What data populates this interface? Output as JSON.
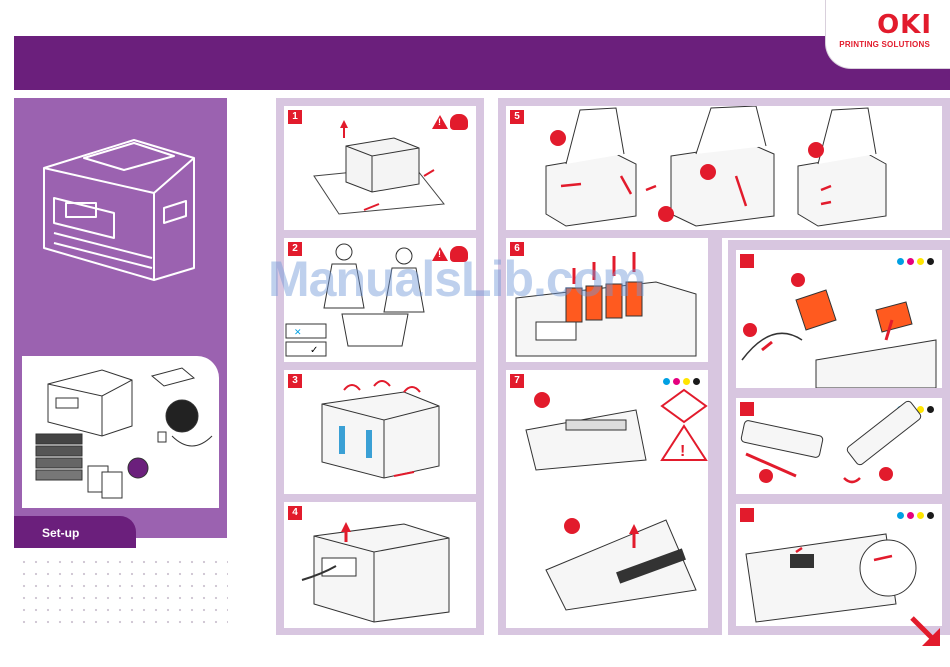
{
  "brand": {
    "name": "OKI",
    "tagline": "PRINTING SOLUTIONS",
    "color": "#e21b2c",
    "accent": "#6b1f7c"
  },
  "sidebar": {
    "tab_label": "Set-up"
  },
  "steps": [
    {
      "number": "1"
    },
    {
      "number": "2"
    },
    {
      "number": "3"
    },
    {
      "number": "4"
    },
    {
      "number": "5"
    },
    {
      "number": "6"
    },
    {
      "number": "7"
    }
  ],
  "toner_colors": [
    "#00a0e3",
    "#e5007e",
    "#ffe500",
    "#1a1a1a"
  ],
  "watermark": "ManualsLib.com"
}
